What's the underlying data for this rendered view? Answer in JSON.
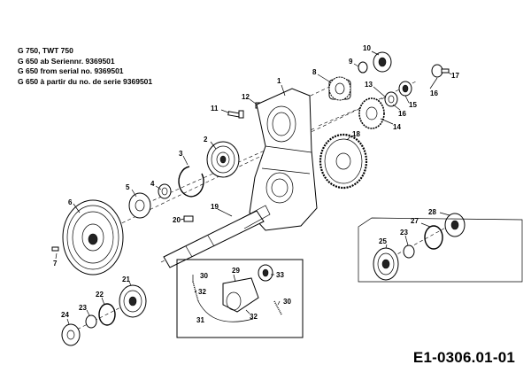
{
  "header": {
    "lines": [
      "G 750, TWT 750",
      "G 650 ab Seriennr. 9369501",
      "G 650 from serial no. 9369501",
      "G 650 à partir du no. de serie 9369501"
    ]
  },
  "document_code": "E1-0306.01-01",
  "part_numbers": {
    "p1": "1",
    "p2": "2",
    "p3": "3",
    "p4": "4",
    "p5": "5",
    "p6": "6",
    "p7": "7",
    "p8": "8",
    "p9": "9",
    "p10": "10",
    "p11": "11",
    "p12": "12",
    "p13": "13",
    "p14": "14",
    "p15": "15",
    "p16a": "16",
    "p16b": "16",
    "p17": "17",
    "p18": "18",
    "p19": "19",
    "p20": "20",
    "p21": "21",
    "p22": "22",
    "p23a": "23",
    "p23b": "23",
    "p24": "24",
    "p25": "25",
    "p27": "27",
    "p28": "28",
    "p29": "29",
    "p30a": "30",
    "p30b": "30",
    "p31": "31",
    "p32a": "32",
    "p32b": "32",
    "p33": "33"
  }
}
